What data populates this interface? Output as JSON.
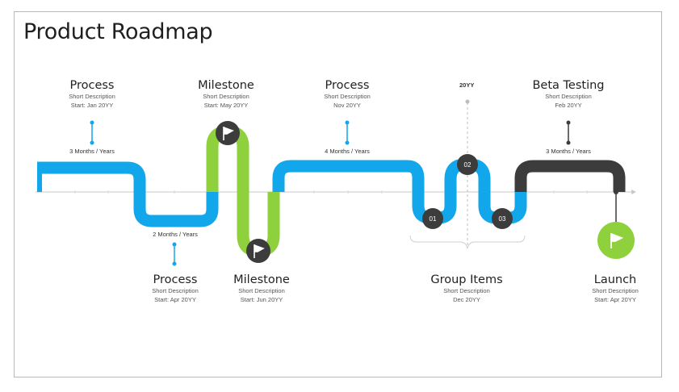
{
  "title": "Product Roadmap",
  "colors": {
    "blue": "#12a6ea",
    "green": "#8ed13d",
    "dark": "#3c3c3c",
    "axis": "#c8c8c8"
  },
  "events": [
    {
      "title": "Process",
      "desc": "Short Description",
      "date": "Start: Jan 20YY",
      "duration": "3 Months / Years"
    },
    {
      "title": "Process",
      "desc": "Short Description",
      "date": "Start: Apr 20YY",
      "duration": "2 Months / Years"
    },
    {
      "title": "Milestone",
      "desc": "Short Description",
      "date": "Start: May 20YY"
    },
    {
      "title": "Milestone",
      "desc": "Short Description",
      "date": "Start: Jun 20YY"
    },
    {
      "title": "Process",
      "desc": "Short Description",
      "date": "Nov 20YY",
      "duration": "4 Months / Years"
    },
    {
      "title": "Group Items",
      "desc": "Short Description",
      "date": "Dec 20YY"
    },
    {
      "title": "Beta Testing",
      "desc": "Short Description",
      "date": "Feb 20YY",
      "duration": "3 Months / Years"
    },
    {
      "title": "Launch",
      "desc": "Short Description",
      "date": "Start: Apr 20YY"
    }
  ],
  "year_marker": "20YY",
  "group_nodes": [
    "01",
    "02",
    "03"
  ],
  "icons": {
    "milestone": "flag-icon",
    "launch": "flag-icon"
  }
}
